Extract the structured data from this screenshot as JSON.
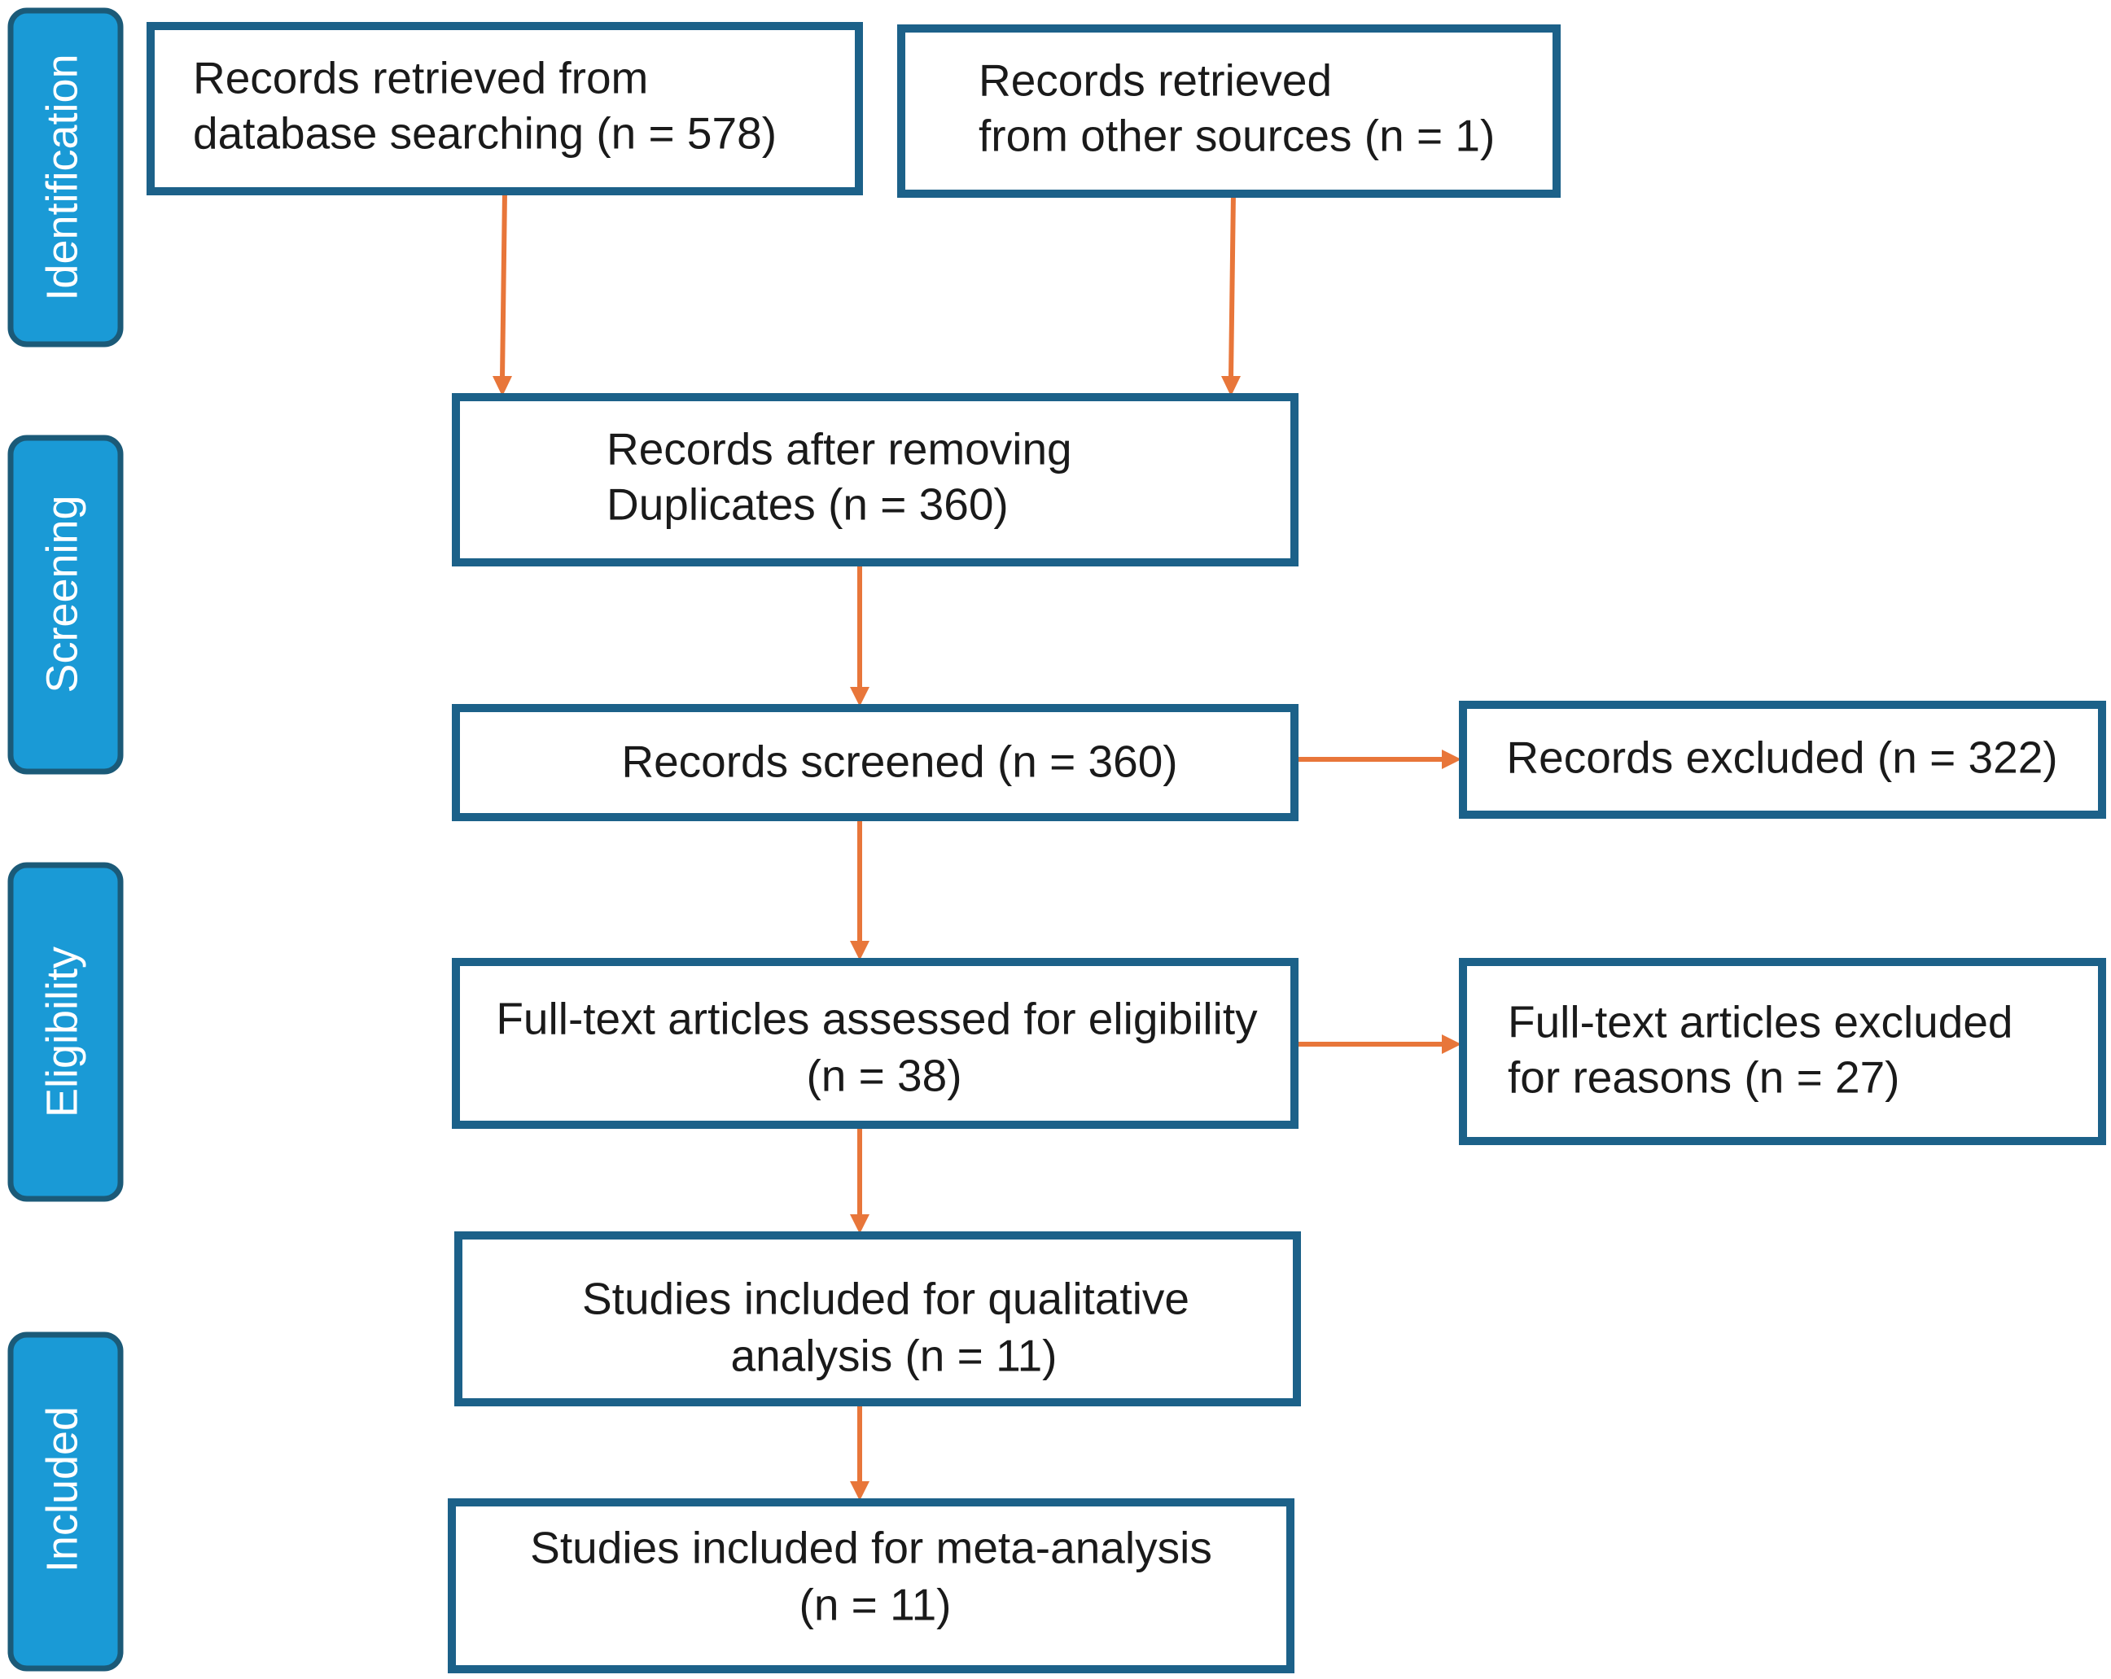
{
  "phases": {
    "identification": "Identification",
    "screening": "Screening",
    "eligibility": "Eligibility",
    "included": "Included"
  },
  "boxes": {
    "database_records": {
      "line1": "Records retrieved from",
      "line2": "database searching (n = 578)"
    },
    "other_records": {
      "line1": "Records retrieved",
      "line2": "from other sources (n = 1)"
    },
    "after_duplicates": {
      "line1": "Records after removing",
      "line2": "Duplicates (n = 360)"
    },
    "screened": {
      "line1": "Records screened (n = 360)"
    },
    "excluded": {
      "line1": "Records excluded (n = 322)"
    },
    "fulltext_assessed": {
      "line1": "Full-text articles assessed for eligibility",
      "line2": "(n = 38)"
    },
    "fulltext_excluded": {
      "line1": "Full-text articles excluded",
      "line2": "for reasons (n = 27)"
    },
    "qualitative": {
      "line1": "Studies included for qualitative",
      "line2": "analysis (n = 11)"
    },
    "meta_analysis": {
      "line1": "Studies included for meta-analysis",
      "line2": "(n = 11)"
    }
  },
  "colors": {
    "phase_fill": "#1a9ad6",
    "box_border": "#1c6189",
    "arrow": "#e8763a"
  }
}
